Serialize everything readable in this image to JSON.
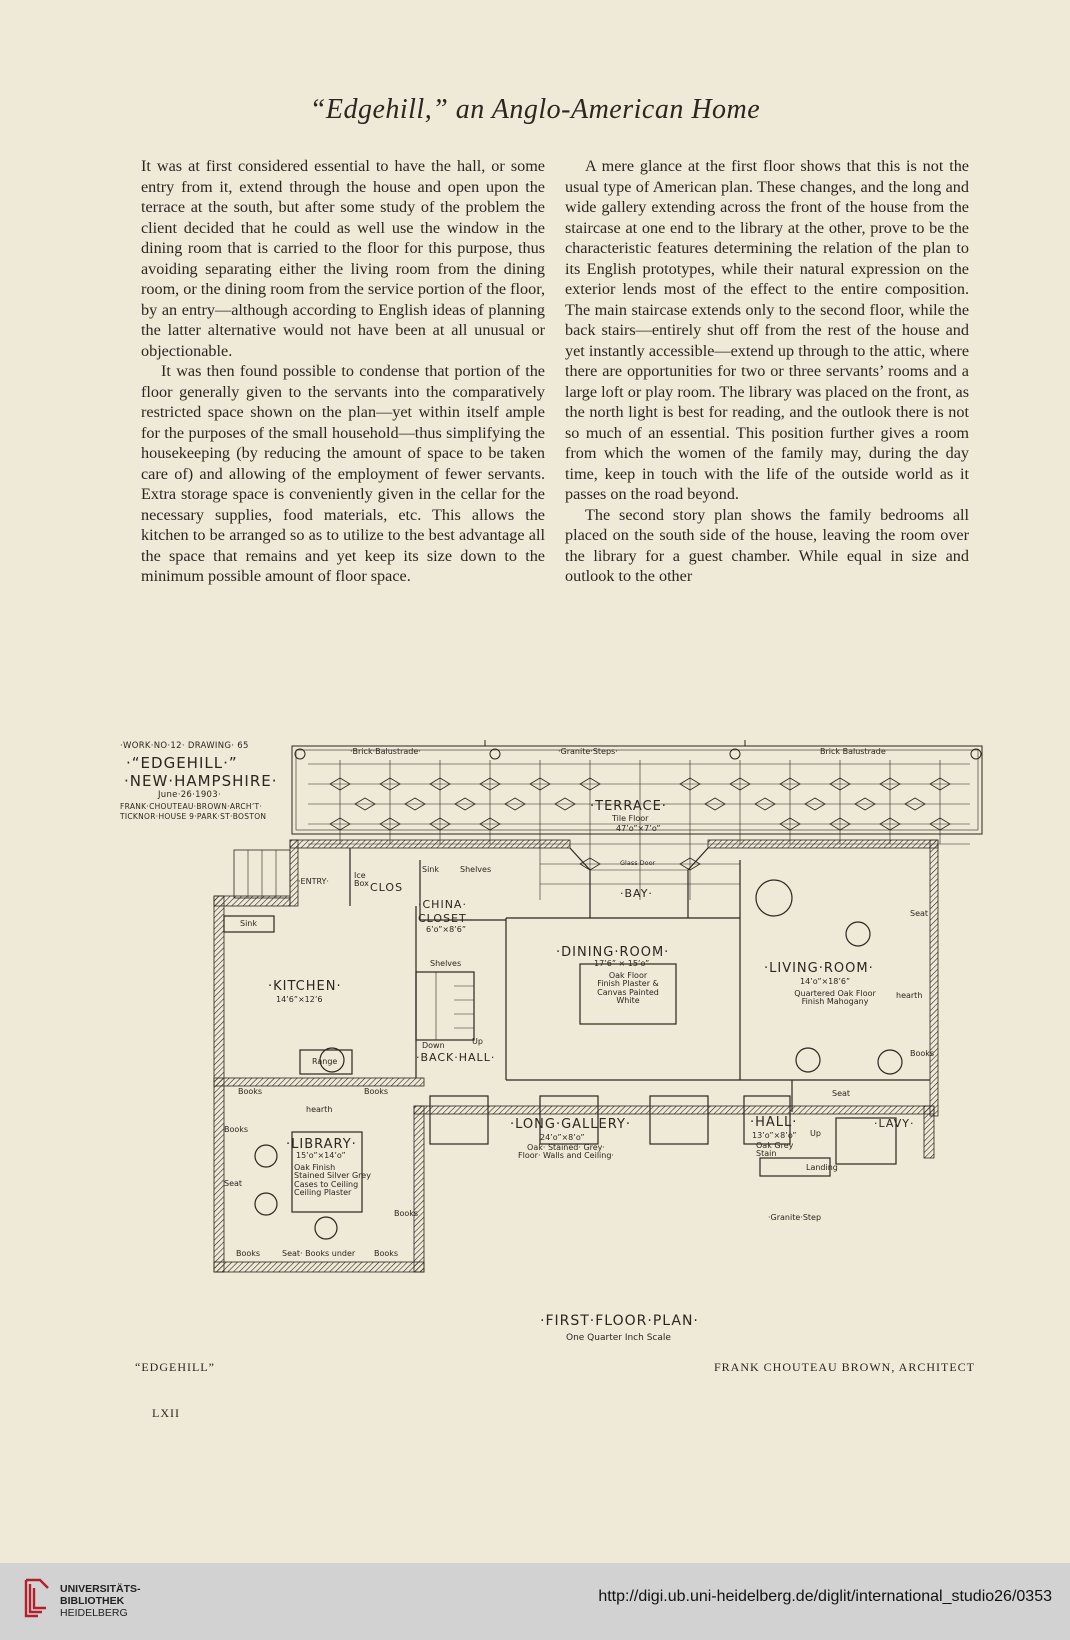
{
  "header": {
    "title": "“Edgehill,” an Anglo-American Home"
  },
  "body": {
    "left_column": [
      "It was at first considered essential to have the hall, or some entry from it, extend through the house and open upon the terrace at the south, but after some study of the problem the client decided that he could as well use the window in the dining room that is carried to the floor for this purpose, thus avoiding separating either the living room from the dining room, or the dining room from the service portion of the floor, by an entry—although accord­ing to English ideas of planning the latter alterna­tive would not have been at all unusual or objec­tionable.",
      "It was then found possible to condense that por­tion of the floor generally given to the servants into the comparatively restricted space shown on the plan—yet within itself ample for the purposes of the small household—thus simplifying the house­keeping (by reducing the amount of space to be taken care of) and allowing of the employment of fewer servants. Extra storage space is conven­iently given in the cellar for the necessary supplies, food materials, etc. This allows the kitchen to be arranged so as to utilize to the best advantage all the space that remains and yet keep its size down to the minimum possible amount of floor space."
    ],
    "right_column": [
      "A mere glance at the first floor shows that this is not the usual type of American plan. These changes, and the long and wide gallery extending across the front of the house from the staircase at one end to the library at the other, prove to be the characteristic features determining the relation of the plan to its English prototypes, while their natural expression on the exterior lends most of the effect to the entire composition. The main stair­case extends only to the second floor, while the back stairs—entirely shut off from the rest of the house and yet instantly accessible—extend up through to the attic, where there are opportunities for two or three servants’ rooms and a large loft or play room. The library was placed on the front, as the north light is best for reading, and the outlook there is not so much of an essential. This position further gives a room from which the women of the family may, during the day time, keep in touch with the life of the outside world as it passes on the road beyond.",
      "The second story plan shows the family bed­rooms all placed on the south side of the house, leaving the room over the library for a guest cham­ber. While equal in size and outlook to the other"
    ]
  },
  "plan": {
    "title_block": {
      "line1": "·WORK·NO·12· DRAWING· 65",
      "line2": "·“EDGEHILL·”",
      "line3": "·NEW·HAMPSHIRE·",
      "line4": "June·26·1903·",
      "line5": "FRANK·CHOUTEAU·BROWN·ARCH’T·",
      "line6": "TICKNOR·HOUSE 9·PARK·ST·BOSTON"
    },
    "labels": {
      "brick_balustrade_left": "·Brick·Balustrade·",
      "granite_steps_top": "·Granite·Steps·",
      "brick_balustrade_right": "Brick Balustrade",
      "terrace": "·TERRACE·",
      "terrace_floor": "Tile Floor",
      "terrace_size": "47’o”×7’o”",
      "glass_door": "Glass Door",
      "bay": "·BAY·",
      "entry": "·ENTRY·",
      "ice_box": "Ice Box",
      "clos": "CLOS",
      "sink_top": "Sink",
      "shelves_top": "Shelves",
      "china_closet": "·CHINA· CLOSET",
      "china_size": "6’o”×8’6”",
      "sink_kitchen": "Sink",
      "kitchen": "·KITCHEN·",
      "kitchen_size": "14’6”×12’6",
      "shelves_mid": "Shelves",
      "down": "Down",
      "up": "Up",
      "back_hall": "·BACK·HALL·",
      "range": "Range",
      "dining_room": "·DINING·ROOM·",
      "dining_size": "17’6” × 15’o”",
      "dining_notes": "Oak Floor\nFinish Plaster &\nCanvas Painted\nWhite",
      "living_room": "·LIVING·ROOM·",
      "living_size": "14’o”×18’6”",
      "living_notes": "Quartered Oak Floor\nFinish Mahogany",
      "hearth_living": "hearth",
      "seat_right": "Seat",
      "books_right": "Books",
      "seat_hall": "Seat",
      "books_lib1": "Books",
      "books_lib2": "Books",
      "hearth_lib": "hearth",
      "library": "·LIBRARY·",
      "library_size": "15’o”×14’o”",
      "library_notes": "Oak Finish\nStained Silver Grey\nCases to Ceiling\nCeiling Plaster",
      "seat_lib": "Seat",
      "books_lib3": "Books",
      "books_lib4": "Books",
      "books_bottom1": "Books",
      "seat_bottom": "Seat· Books under",
      "books_bottom2": "Books",
      "long_gallery": "·LONG·GALLERY·",
      "gallery_size": "24’o”×8’o”",
      "gallery_notes": "Oak· Stained· Grey·\nFloor· Walls and Ceiling·",
      "hall": "·HALL·",
      "hall_size": "13’o”×8’o”",
      "hall_notes": "Oak Grey\nStain",
      "lavy": "·LAVY·",
      "up_hall": "Up",
      "landing": "Landing",
      "granite_step_bottom": "·Granite·Step",
      "plan_title": "·FIRST·FLOOR·PLAN·",
      "scale": "One Quarter Inch Scale"
    }
  },
  "captions": {
    "left": "“EDGEHILL”",
    "right": "FRANK CHOUTEAU BROWN, ARCHITECT"
  },
  "folio": "LXII",
  "footer": {
    "lib_line1": "UNIVERSITÄTS-",
    "lib_line2": "BIBLIOTHEK",
    "lib_line3": "HEIDELBERG",
    "url": "http://digi.ub.uni-heidelberg.de/diglit/international_studio26/0353"
  }
}
